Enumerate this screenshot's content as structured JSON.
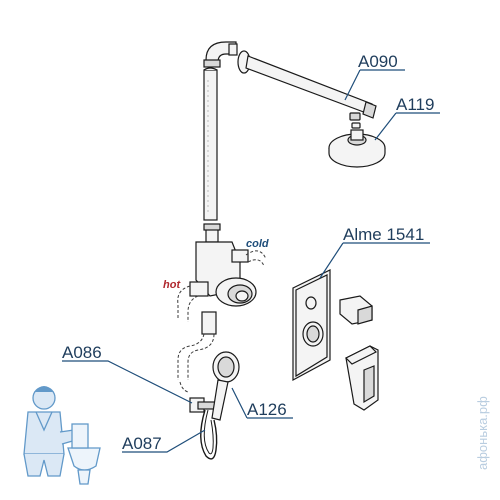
{
  "labels": {
    "a090": "A090",
    "a119": "A119",
    "alme": "Alme 1541",
    "a086": "A086",
    "a087": "A087",
    "a126": "A126"
  },
  "tags": {
    "hot": "hot",
    "cold": "cold"
  },
  "watermark": "афонька.рф",
  "colors": {
    "label": "#1f3d5c",
    "hot": "#b0282e",
    "cold": "#1f4e7a",
    "mascot": "#2e78b8"
  }
}
